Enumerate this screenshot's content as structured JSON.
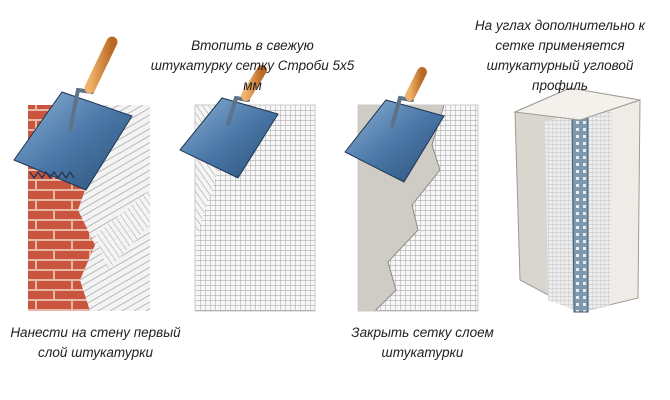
{
  "captions": {
    "step1": "Нанести на стену первый слой штукатурки",
    "step2": "Втопить в свежую штукатурку сетку Строби 5х5 мм",
    "step3": "Закрыть сетку слоем штукатурки",
    "step4": "На углах дополнительно к сетке применяется штукатурный угловой профиль"
  },
  "icons": [
    "trowel-icon",
    "brick-wall",
    "plaster-mesh",
    "corner-profile"
  ],
  "colors": {
    "brick": "#c9553e",
    "mortar": "#e8b8a6",
    "plaster": "#cfccc6",
    "trowel_blade": "#4a78a8",
    "handle": "#d98a3a"
  }
}
